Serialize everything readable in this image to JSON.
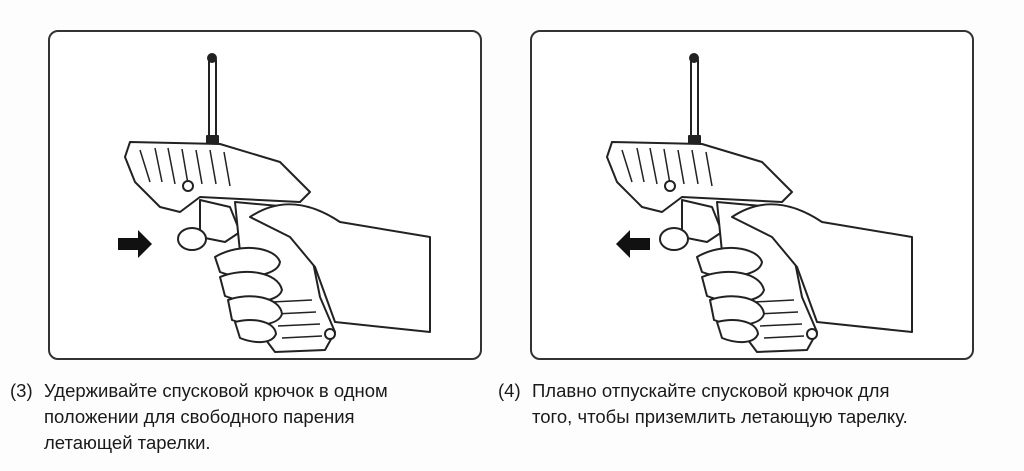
{
  "steps": [
    {
      "number": "(3)",
      "lines": [
        "Удерживайте спусковой крючок в одном",
        "положении для свободного парения",
        "летающей тарелки."
      ],
      "arrow": "right"
    },
    {
      "number": "(4)",
      "lines": [
        "Плавно отпускайте спусковой крючок для",
        "того, чтобы приземлить летающую тарелку."
      ],
      "arrow": "left"
    }
  ]
}
